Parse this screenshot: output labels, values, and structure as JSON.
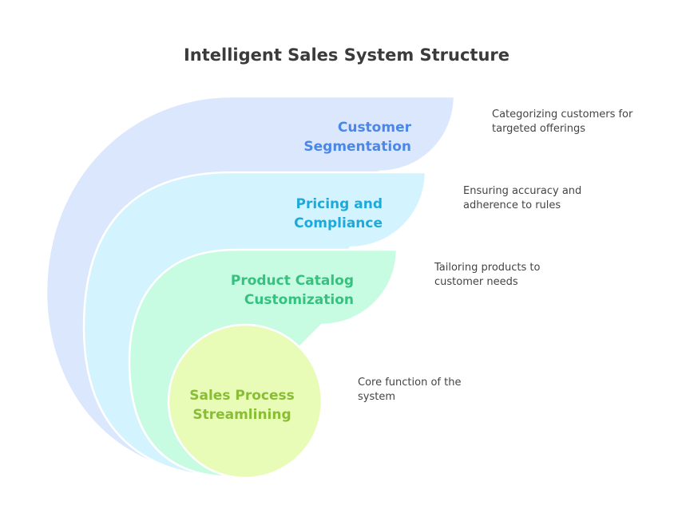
{
  "title": "Intelligent Sales System Structure",
  "title_color": "#3b3b3b",
  "description_color": "#444444",
  "layers": [
    {
      "name": "Customer Segmentation",
      "label_lines": [
        "Customer",
        "Segmentation"
      ],
      "description_lines": [
        "Categorizing customers for",
        "targeted offerings"
      ],
      "fill": "#dbe7fd",
      "text_color": "#4a87e6"
    },
    {
      "name": "Pricing and Compliance",
      "label_lines": [
        "Pricing and",
        "Compliance"
      ],
      "description_lines": [
        "Ensuring accuracy and",
        "adherence to rules"
      ],
      "fill": "#d3f3fe",
      "text_color": "#1ea9dc"
    },
    {
      "name": "Product Catalog Customization",
      "label_lines": [
        "Product Catalog",
        "Customization"
      ],
      "description_lines": [
        "Tailoring products to",
        "customer needs"
      ],
      "fill": "#c7fce3",
      "text_color": "#35c27e"
    },
    {
      "name": "Sales Process Streamlining",
      "label_lines": [
        "Sales Process",
        "Streamlining"
      ],
      "description_lines": [
        "Core function of the",
        "system"
      ],
      "fill": "#e8fcb8",
      "text_color": "#89bd35"
    }
  ]
}
